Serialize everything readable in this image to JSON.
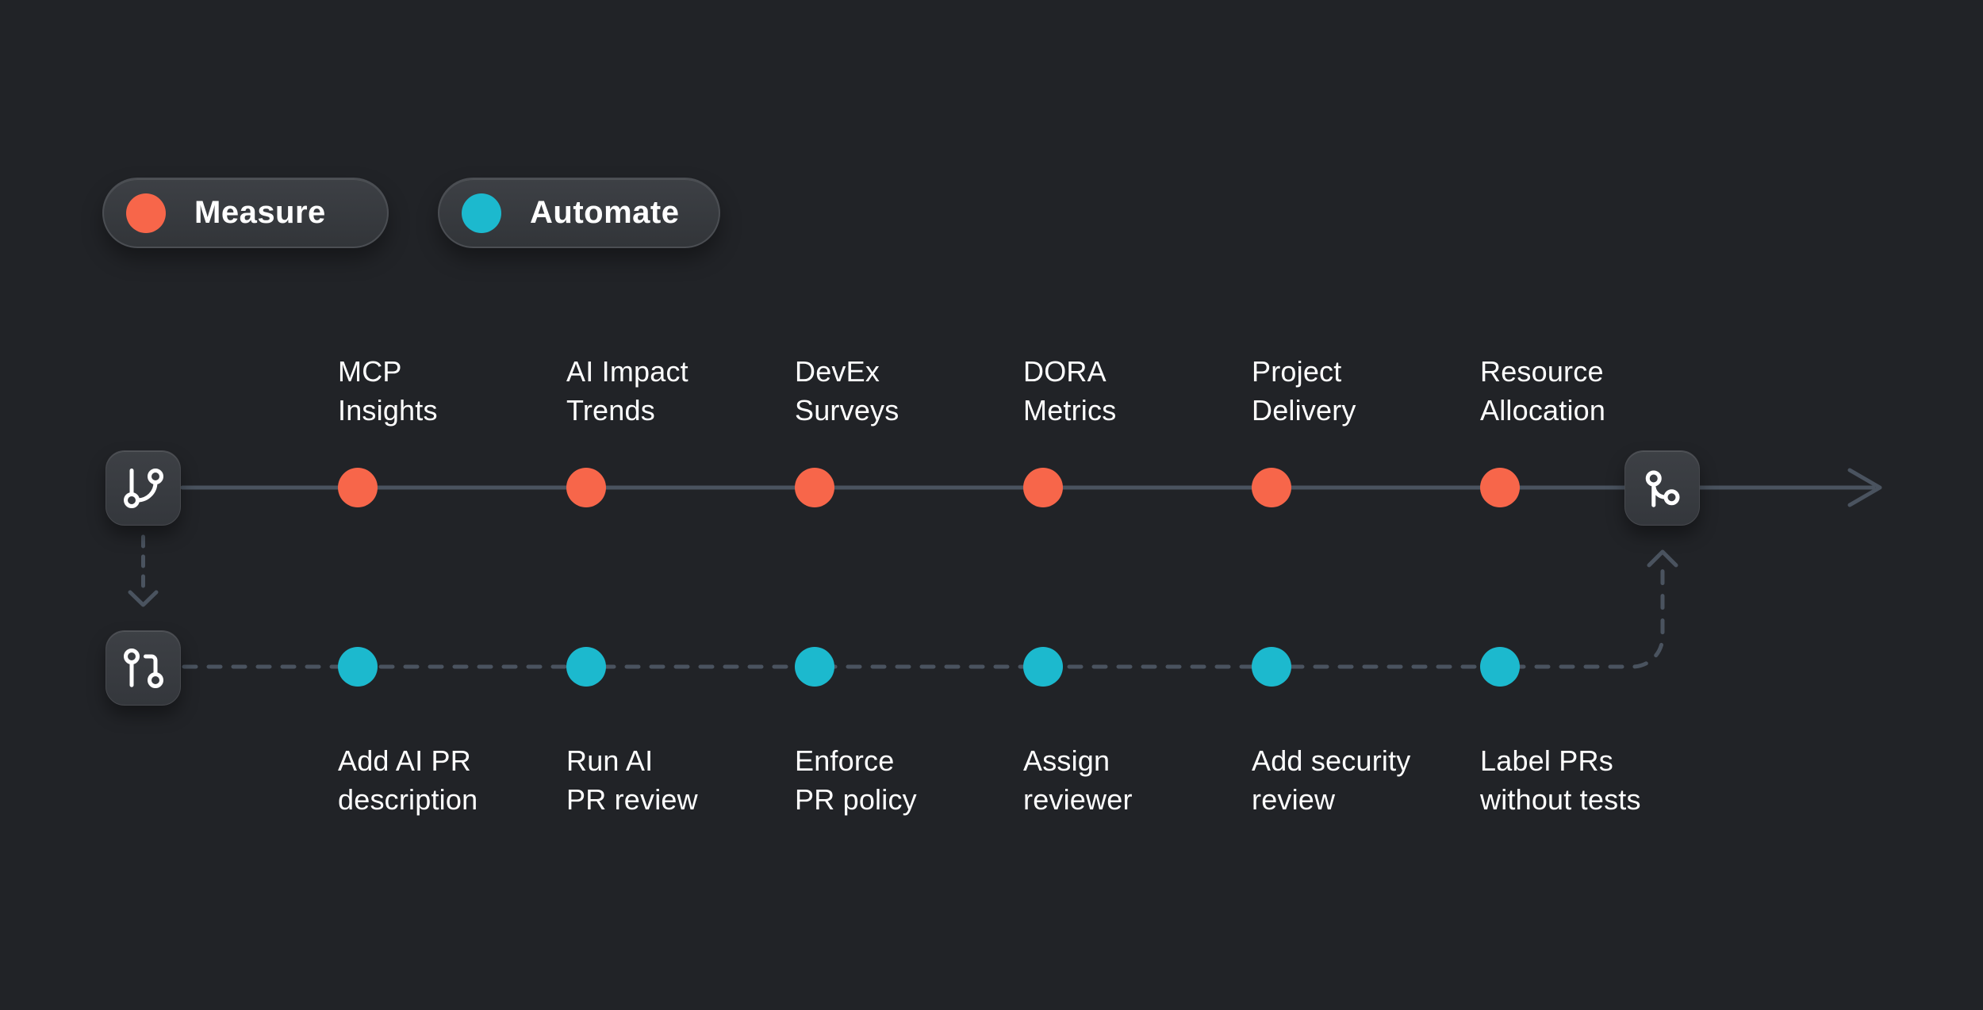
{
  "colors": {
    "measure": "#F7664A",
    "automate": "#1CB9CE",
    "line": "#4A535F",
    "bg": "#212327",
    "text": "#FFFFFF"
  },
  "legend": {
    "items": [
      {
        "label": "Measure",
        "color": "#F7664A",
        "icon": "measure-dot-icon"
      },
      {
        "label": "Automate",
        "color": "#1CB9CE",
        "icon": "automate-dot-icon"
      }
    ]
  },
  "measure_track": {
    "name": "Measure",
    "start_icon": "git-branch-icon",
    "end_icon": "git-merge-icon",
    "end_arrow": "right-arrow",
    "items": [
      {
        "line1": "MCP",
        "line2": "Insights"
      },
      {
        "line1": "AI Impact",
        "line2": "Trends"
      },
      {
        "line1": "DevEx",
        "line2": "Surveys"
      },
      {
        "line1": "DORA",
        "line2": "Metrics"
      },
      {
        "line1": "Project",
        "line2": "Delivery"
      },
      {
        "line1": "Resource",
        "line2": "Allocation"
      }
    ]
  },
  "automate_track": {
    "name": "Automate",
    "start_icon": "git-pull-request-icon",
    "items": [
      {
        "line1": "Add AI PR",
        "line2": "description"
      },
      {
        "line1": "Run AI",
        "line2": "PR review"
      },
      {
        "line1": "Enforce",
        "line2": "PR policy"
      },
      {
        "line1": "Assign",
        "line2": "reviewer"
      },
      {
        "line1": "Add security",
        "line2": "review"
      },
      {
        "line1": "Label PRs",
        "line2": "without tests"
      }
    ]
  }
}
